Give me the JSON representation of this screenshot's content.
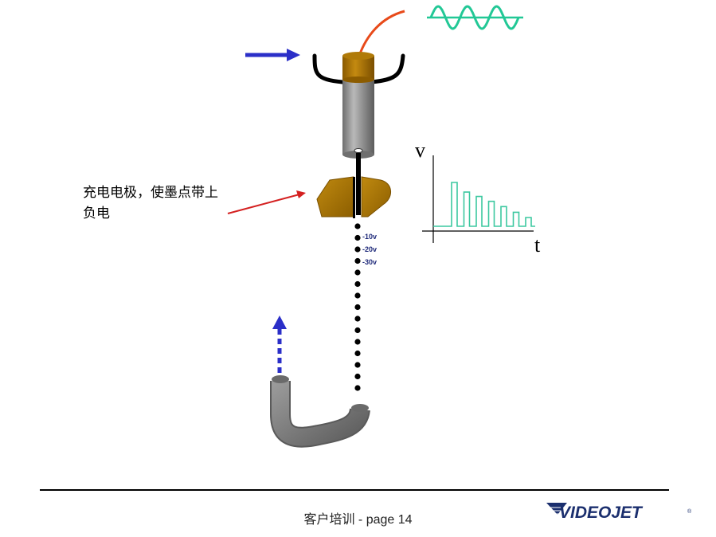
{
  "annotation": {
    "line1": "充电电极，使墨点带上",
    "line2": "负电"
  },
  "voltages": [
    "-10v",
    "-20v",
    "-30v"
  ],
  "graph": {
    "y_axis": "v",
    "x_axis": "t",
    "pulses": [
      1.0,
      0.78,
      0.68,
      0.57,
      0.45,
      0.32,
      0.2
    ],
    "color": "#3cc8a0"
  },
  "footer": {
    "text": "客户培训 - page 14"
  },
  "logo": {
    "text": "VIDEOJET",
    "mark": "®"
  },
  "colors": {
    "arrow_blue": "#2b2fc8",
    "wire_red": "#e84a1a",
    "pointer_red": "#d42020",
    "sine_green": "#22c896",
    "electrode_brown": "#a87400",
    "nozzle_gray": "#8a8a8a",
    "gutter_gray": "#7a7a7a"
  }
}
